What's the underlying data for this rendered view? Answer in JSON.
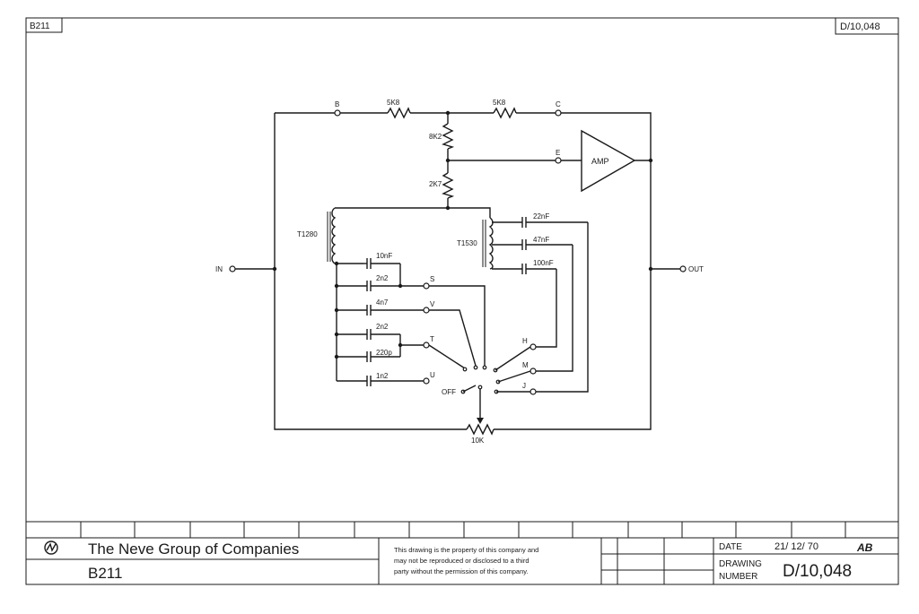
{
  "sheet": {
    "corner_left": "B211",
    "corner_right": "D/10,048"
  },
  "schematic": {
    "nodes": {
      "b": "B",
      "c": "C",
      "e": "E",
      "in": "IN",
      "out": "OUT",
      "s": "S",
      "v": "V",
      "t": "T",
      "u": "U",
      "off": "OFF",
      "h": "H",
      "m": "M",
      "j": "J"
    },
    "resistors": {
      "r1": "5K8",
      "r2": "5K8",
      "r3": "8K2",
      "r4": "2K7",
      "pot": "10K"
    },
    "amplifier": "AMP",
    "transformers": {
      "t1": "T1280",
      "t2": "T1530"
    },
    "capacitors": {
      "c10n": "10nF",
      "c2n2a": "2n2",
      "c4n7": "4n7",
      "c2n2b": "2n2",
      "c220p": "220p",
      "c1n2": "1n2",
      "c22n": "22nF",
      "c47n": "47nF",
      "c100n": "100nF"
    }
  },
  "title_block": {
    "company": "The  Neve  Group  of  Companies",
    "part": "B211",
    "notice_1": "This drawing is the property of this company and",
    "notice_2": "may not be reproduced or disclosed to a third",
    "notice_3": "party without the permission of this company.",
    "date_label": "DATE",
    "date_value": "21/ 12/ 70",
    "initials": "AB",
    "drawing_label_1": "DRAWING",
    "drawing_label_2": "NUMBER",
    "drawing_number": "D/10,048"
  }
}
